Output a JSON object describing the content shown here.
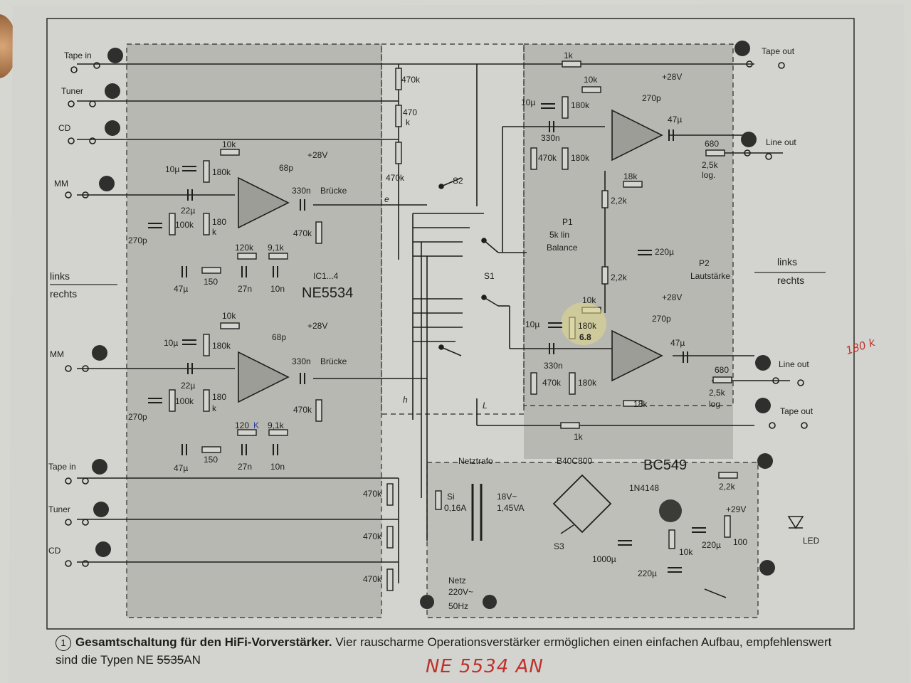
{
  "colors": {
    "paper": "#d7d7d2",
    "shade": "#b9b9b3",
    "ink": "#1e1f1c",
    "pen": "#c0302a"
  },
  "inputs": {
    "upper": {
      "tape_in": "Tape in",
      "tuner": "Tuner",
      "cd": "CD",
      "mm": "MM"
    },
    "lower": {
      "mm": "MM",
      "tape_in": "Tape in",
      "tuner": "Tuner",
      "cd": "CD"
    }
  },
  "outputs": {
    "tape_out_top": "Tape out",
    "line_out_top": "Line out",
    "line_out_bottom": "Line out",
    "tape_out_bottom": "Tape out"
  },
  "channels": {
    "left": "links",
    "right": "rechts",
    "left_right": "links",
    "right_right": "rechts"
  },
  "opamp_label": {
    "ic": "IC1...4",
    "type": "NE5534"
  },
  "phono_stage_top": {
    "r_fb": "10k",
    "supply": "+28V",
    "c_in": "10µ",
    "r_bias": "180k",
    "c_comp": "68p",
    "c_couple_in": "22µ",
    "r_in": "100k",
    "r_gnd": "180",
    "r_gnd2": "k",
    "c_shunt": "270p",
    "c_out": "330n",
    "bridge": "Brücke",
    "r_out": "470k",
    "r_riaa1": "120k",
    "r_riaa2": "9,1k",
    "c_gnd": "47µ",
    "r_150": "150",
    "c_riaa1": "27n",
    "c_riaa2": "10n"
  },
  "phono_stage_bottom": {
    "r_fb": "10k",
    "supply": "+28V",
    "c_in": "10µ",
    "r_bias": "180k",
    "c_comp": "68p",
    "c_couple_in": "22µ",
    "r_in": "100k",
    "r_gnd": "180",
    "r_gnd2": "k",
    "c_shunt": "270p",
    "c_out": "330n",
    "bridge": "Brücke",
    "r_out": "470k",
    "r_riaa1": "120",
    "r_riaa1_k": "K",
    "r_riaa2": "9,1k",
    "c_gnd": "47µ",
    "r_150": "150",
    "c_riaa1": "27n",
    "c_riaa2": "10n"
  },
  "input_resistors": {
    "r1": "470k",
    "r2": "470",
    "r2b": "k",
    "r3": "470k",
    "r4": "470k",
    "r5": "470k",
    "r6": "470k"
  },
  "switches": {
    "s1": "S1",
    "s2": "S2",
    "s3": "S3"
  },
  "tape_out_resistors": {
    "top": "1k",
    "bottom": "1k"
  },
  "line_stage_top": {
    "r_fb": "10k",
    "supply": "+28V",
    "c_in": "10µ",
    "r_bias": "180k",
    "c_comp": "270p",
    "c_couple": "330n",
    "r_in": "470k",
    "r_gnd": "180k",
    "r_fb2": "18k",
    "c_out": "47µ",
    "r_out": "680",
    "pot": "2,5k",
    "pot_law": "log."
  },
  "line_stage_bottom": {
    "r_fb": "10k",
    "supply": "+28V",
    "c_in": "10µ",
    "r_bias": "180k",
    "r_bias_note": "6.8",
    "c_comp": "270p",
    "c_couple": "330n",
    "r_in": "470k",
    "r_gnd": "180k",
    "r_fb2": "18k",
    "c_out": "47µ",
    "r_out": "680",
    "pot": "2,5k",
    "pot_law": "log"
  },
  "balance": {
    "r_top": "2,2k",
    "name": "P1",
    "value": "5k lin",
    "label": "Balance",
    "cap": "220µ",
    "r_bottom": "2,2k"
  },
  "volume": {
    "name": "P2",
    "label": "Lautstärke"
  },
  "power": {
    "transformer": "Netztrafo",
    "fuse": "Si",
    "fuse_value": "0,16A",
    "secondary": "18V~",
    "secondary_va": "1,45VA",
    "rectifier": "B40C800",
    "transistor": "BC549",
    "diode": "1N4148",
    "r_led": "2,2k",
    "supply": "+29V",
    "c_filter": "1000µ",
    "c_base": "220µ",
    "r_base": "10k",
    "c_out": "220µ",
    "r_out": "100",
    "mains": "Netz",
    "mains_v": "220V~",
    "mains_hz": "50Hz",
    "led": "LED",
    "switch": "S3"
  },
  "pin_markers": {
    "wire_e": "e",
    "wire_l": "L",
    "wire_h": "h"
  },
  "caption": {
    "number": "1",
    "bold": "Gesamtschaltung für den HiFi-Vorverstärker.",
    "text": "Vier rauscharme Operationsverstärker ermöglichen einen einfachen Aufbau, empfehlenswert sind die Typen NE",
    "type_struck": "5535",
    "type_end": "AN"
  },
  "handwritten": {
    "bottom": "NE 5534 AN",
    "right": "180 k"
  }
}
